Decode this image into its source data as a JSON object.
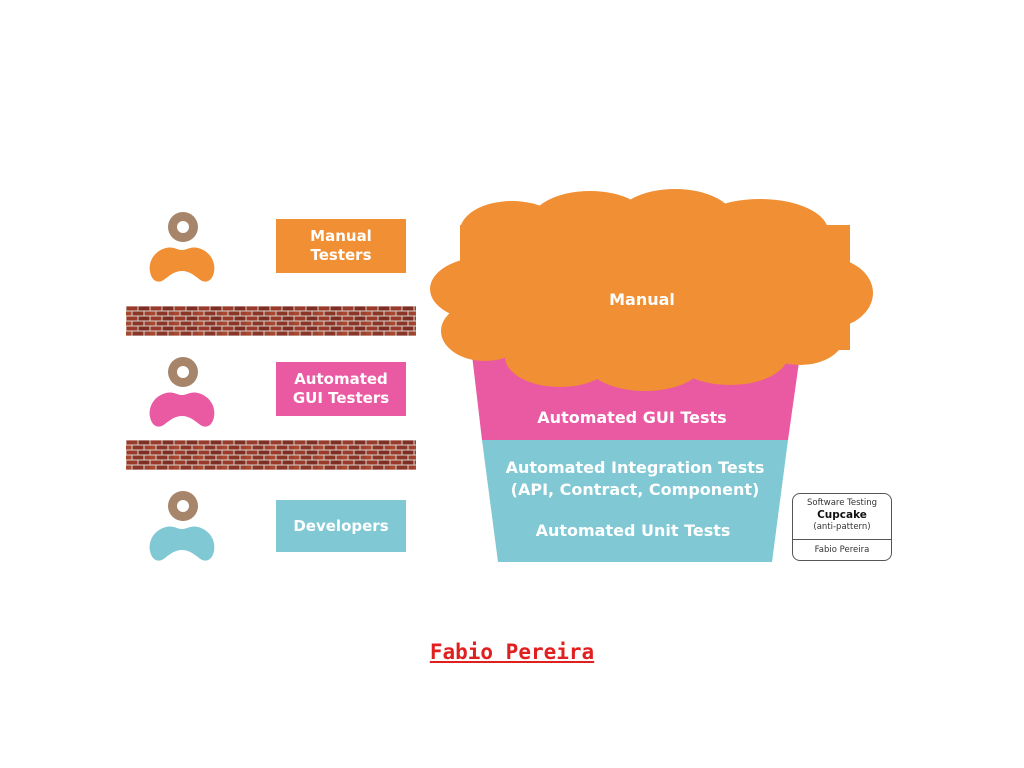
{
  "colors": {
    "orange": "#f08f33",
    "pink": "#ea5aa2",
    "teal": "#7fc8d4",
    "head": "#9b7457",
    "brick": "#9a3a2a",
    "link": "#e0201f"
  },
  "roles": [
    {
      "label": "Manual Testers",
      "icon": "person-icon"
    },
    {
      "label": "Automated GUI Testers",
      "icon": "person-icon"
    },
    {
      "label": "Developers",
      "icon": "person-icon"
    }
  ],
  "cupcake": {
    "manual": "Manual",
    "gui": "Automated GUI Tests",
    "integration_line1": "Automated Integration Tests",
    "integration_line2": "(API, Contract, Component)",
    "unit": "Automated Unit Tests"
  },
  "badge": {
    "line1": "Software Testing",
    "line2": "Cupcake",
    "line3": "(anti-pattern)",
    "author": "Fabio Pereira"
  },
  "author_link": "Fabio Pereira"
}
